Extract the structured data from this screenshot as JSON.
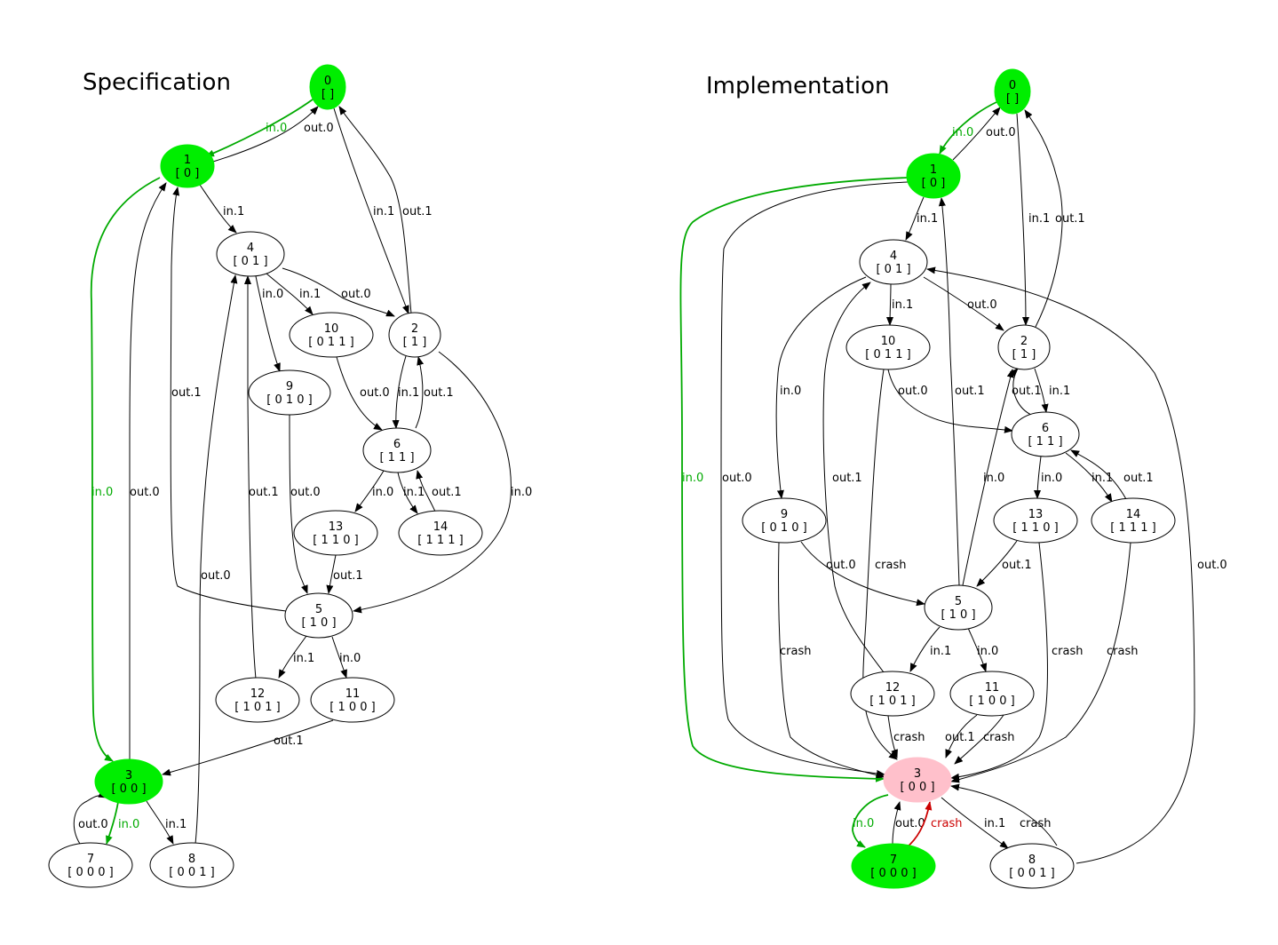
{
  "colors": {
    "normal": "#000000",
    "trace": "#00aa00",
    "trace_fill": "#00ee00",
    "error_fill": "#ffc0cb",
    "error_edge": "#cc0000",
    "node_fill": "#ffffff"
  },
  "graphs": [
    {
      "title": "Specification",
      "nodes": [
        {
          "id": "0",
          "label": "0",
          "sub": "[ ]",
          "style": "trace"
        },
        {
          "id": "1",
          "label": "1",
          "sub": "[ 0 ]",
          "style": "trace"
        },
        {
          "id": "4",
          "label": "4",
          "sub": "[ 0 1 ]",
          "style": "normal"
        },
        {
          "id": "10",
          "label": "10",
          "sub": "[ 0 1 1 ]",
          "style": "normal"
        },
        {
          "id": "2",
          "label": "2",
          "sub": "[ 1 ]",
          "style": "normal"
        },
        {
          "id": "9",
          "label": "9",
          "sub": "[ 0 1 0 ]",
          "style": "normal"
        },
        {
          "id": "6",
          "label": "6",
          "sub": "[ 1 1 ]",
          "style": "normal"
        },
        {
          "id": "13",
          "label": "13",
          "sub": "[ 1 1 0 ]",
          "style": "normal"
        },
        {
          "id": "14",
          "label": "14",
          "sub": "[ 1 1 1 ]",
          "style": "normal"
        },
        {
          "id": "5",
          "label": "5",
          "sub": "[ 1 0 ]",
          "style": "normal"
        },
        {
          "id": "12",
          "label": "12",
          "sub": "[ 1 0 1 ]",
          "style": "normal"
        },
        {
          "id": "11",
          "label": "11",
          "sub": "[ 1 0 0 ]",
          "style": "normal"
        },
        {
          "id": "3",
          "label": "3",
          "sub": "[ 0 0 ]",
          "style": "trace"
        },
        {
          "id": "7",
          "label": "7",
          "sub": "[ 0 0 0 ]",
          "style": "normal"
        },
        {
          "id": "8",
          "label": "8",
          "sub": "[ 0 0 1 ]",
          "style": "normal"
        }
      ],
      "edges": [
        {
          "from": "0",
          "to": "1",
          "label": "in.0",
          "style": "trace"
        },
        {
          "from": "1",
          "to": "0",
          "label": "out.0",
          "style": "normal"
        },
        {
          "from": "1",
          "to": "4",
          "label": "in.1",
          "style": "normal"
        },
        {
          "from": "0",
          "to": "2",
          "label": "in.1",
          "style": "normal"
        },
        {
          "from": "2",
          "to": "0",
          "label": "out.1",
          "style": "normal"
        },
        {
          "from": "4",
          "to": "9",
          "label": "in.0",
          "style": "normal"
        },
        {
          "from": "4",
          "to": "10",
          "label": "in.1",
          "style": "normal"
        },
        {
          "from": "4",
          "to": "2",
          "label": "out.0",
          "style": "normal"
        },
        {
          "from": "10",
          "to": "6",
          "label": "out.0",
          "style": "normal"
        },
        {
          "from": "2",
          "to": "6",
          "label": "in.1",
          "style": "normal"
        },
        {
          "from": "6",
          "to": "2",
          "label": "out.1",
          "style": "normal"
        },
        {
          "from": "2",
          "to": "5",
          "label": "in.0",
          "style": "normal"
        },
        {
          "from": "1",
          "to": "3",
          "label": "in.0",
          "style": "trace"
        },
        {
          "from": "3",
          "to": "1",
          "label": "out.0",
          "style": "normal"
        },
        {
          "from": "5",
          "to": "1",
          "label": "out.1",
          "style": "normal"
        },
        {
          "from": "12",
          "to": "4",
          "label": "out.1",
          "style": "normal"
        },
        {
          "from": "9",
          "to": "5",
          "label": "out.0",
          "style": "normal"
        },
        {
          "from": "6",
          "to": "13",
          "label": "in.0",
          "style": "normal"
        },
        {
          "from": "6",
          "to": "14",
          "label": "in.1",
          "style": "normal"
        },
        {
          "from": "14",
          "to": "6",
          "label": "out.1",
          "style": "normal"
        },
        {
          "from": "13",
          "to": "5",
          "label": "out.1",
          "style": "normal"
        },
        {
          "from": "8",
          "to": "4",
          "label": "out.0",
          "style": "normal"
        },
        {
          "from": "5",
          "to": "12",
          "label": "in.1",
          "style": "normal"
        },
        {
          "from": "5",
          "to": "11",
          "label": "in.0",
          "style": "normal"
        },
        {
          "from": "11",
          "to": "3",
          "label": "out.1",
          "style": "normal"
        },
        {
          "from": "7",
          "to": "3",
          "label": "out.0",
          "style": "normal"
        },
        {
          "from": "3",
          "to": "7",
          "label": "in.0",
          "style": "trace"
        },
        {
          "from": "3",
          "to": "8",
          "label": "in.1",
          "style": "normal"
        }
      ]
    },
    {
      "title": "Implementation",
      "nodes": [
        {
          "id": "0",
          "label": "0",
          "sub": "[ ]",
          "style": "trace"
        },
        {
          "id": "1",
          "label": "1",
          "sub": "[ 0 ]",
          "style": "trace"
        },
        {
          "id": "4",
          "label": "4",
          "sub": "[ 0 1 ]",
          "style": "normal"
        },
        {
          "id": "2",
          "label": "2",
          "sub": "[ 1 ]",
          "style": "normal"
        },
        {
          "id": "10",
          "label": "10",
          "sub": "[ 0 1 1 ]",
          "style": "normal"
        },
        {
          "id": "6",
          "label": "6",
          "sub": "[ 1 1 ]",
          "style": "normal"
        },
        {
          "id": "9",
          "label": "9",
          "sub": "[ 0 1 0 ]",
          "style": "normal"
        },
        {
          "id": "13",
          "label": "13",
          "sub": "[ 1 1 0 ]",
          "style": "normal"
        },
        {
          "id": "14",
          "label": "14",
          "sub": "[ 1 1 1 ]",
          "style": "normal"
        },
        {
          "id": "5",
          "label": "5",
          "sub": "[ 1 0 ]",
          "style": "normal"
        },
        {
          "id": "12",
          "label": "12",
          "sub": "[ 1 0 1 ]",
          "style": "normal"
        },
        {
          "id": "11",
          "label": "11",
          "sub": "[ 1 0 0 ]",
          "style": "normal"
        },
        {
          "id": "3",
          "label": "3",
          "sub": "[ 0 0 ]",
          "style": "error"
        },
        {
          "id": "7",
          "label": "7",
          "sub": "[ 0 0 0 ]",
          "style": "trace"
        },
        {
          "id": "8",
          "label": "8",
          "sub": "[ 0 0 1 ]",
          "style": "normal"
        }
      ],
      "edges": [
        {
          "from": "0",
          "to": "1",
          "label": "in.0",
          "style": "trace"
        },
        {
          "from": "1",
          "to": "0",
          "label": "out.0",
          "style": "normal"
        },
        {
          "from": "0",
          "to": "2",
          "label": "in.1",
          "style": "normal"
        },
        {
          "from": "2",
          "to": "0",
          "label": "out.1",
          "style": "normal"
        },
        {
          "from": "1",
          "to": "4",
          "label": "in.1",
          "style": "normal"
        },
        {
          "from": "4",
          "to": "10",
          "label": "in.1",
          "style": "normal"
        },
        {
          "from": "4",
          "to": "2",
          "label": "out.0",
          "style": "normal"
        },
        {
          "from": "4",
          "to": "9",
          "label": "in.0",
          "style": "normal"
        },
        {
          "from": "10",
          "to": "6",
          "label": "out.0",
          "style": "normal"
        },
        {
          "from": "2",
          "to": "6",
          "label": "in.1",
          "style": "normal"
        },
        {
          "from": "6",
          "to": "2",
          "label": "out.1",
          "style": "normal"
        },
        {
          "from": "1",
          "to": "3",
          "label": "in.0",
          "style": "trace"
        },
        {
          "from": "1",
          "to": "3",
          "label": "out.0",
          "style": "normal"
        },
        {
          "from": "12",
          "to": "4",
          "label": "out.1",
          "style": "normal"
        },
        {
          "from": "5",
          "to": "1",
          "label": "out.1",
          "style": "normal"
        },
        {
          "from": "5",
          "to": "2",
          "label": "in.0",
          "style": "normal"
        },
        {
          "from": "6",
          "to": "13",
          "label": "in.0",
          "style": "normal"
        },
        {
          "from": "6",
          "to": "14",
          "label": "in.1",
          "style": "normal"
        },
        {
          "from": "14",
          "to": "6",
          "label": "out.1",
          "style": "normal"
        },
        {
          "from": "9",
          "to": "5",
          "label": "out.0",
          "style": "normal"
        },
        {
          "from": "10",
          "to": "3",
          "label": "crash",
          "style": "normal"
        },
        {
          "from": "13",
          "to": "5",
          "label": "out.1",
          "style": "normal"
        },
        {
          "from": "8",
          "to": "4",
          "label": "out.0",
          "style": "normal"
        },
        {
          "from": "9",
          "to": "3",
          "label": "crash",
          "style": "normal"
        },
        {
          "from": "5",
          "to": "12",
          "label": "in.1",
          "style": "normal"
        },
        {
          "from": "5",
          "to": "11",
          "label": "in.0",
          "style": "normal"
        },
        {
          "from": "13",
          "to": "3",
          "label": "crash",
          "style": "normal"
        },
        {
          "from": "14",
          "to": "3",
          "label": "crash",
          "style": "normal"
        },
        {
          "from": "12",
          "to": "3",
          "label": "crash",
          "style": "normal"
        },
        {
          "from": "11",
          "to": "3",
          "label": "out.1",
          "style": "normal"
        },
        {
          "from": "11",
          "to": "3",
          "label": "crash",
          "style": "normal"
        },
        {
          "from": "3",
          "to": "7",
          "label": "in.0",
          "style": "trace"
        },
        {
          "from": "7",
          "to": "3",
          "label": "out.0",
          "style": "normal"
        },
        {
          "from": "7",
          "to": "3",
          "label": "crash",
          "style": "error"
        },
        {
          "from": "3",
          "to": "8",
          "label": "in.1",
          "style": "normal"
        },
        {
          "from": "8",
          "to": "3",
          "label": "crash",
          "style": "normal"
        }
      ]
    }
  ]
}
